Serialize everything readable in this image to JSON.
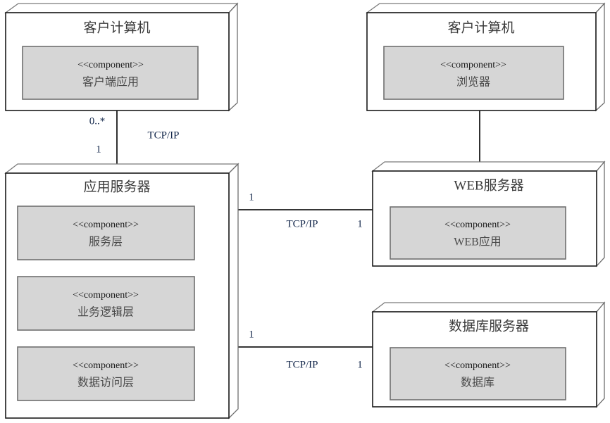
{
  "diagram": {
    "type": "uml-deployment-diagram",
    "colors": {
      "node_fill": "#ffffff",
      "node_stroke": "#1a1a1a",
      "component_fill": "#d6d6d6",
      "component_stroke": "#707070",
      "title_text": "#3a3a3a",
      "label_text": "#12264a",
      "background": "#ffffff"
    },
    "nodes": [
      {
        "id": "client-computer-app",
        "title": "客户计算机",
        "components": [
          {
            "stereotype": "<<component>>",
            "name": "客户端应用"
          }
        ]
      },
      {
        "id": "client-computer-browser",
        "title": "客户计算机",
        "components": [
          {
            "stereotype": "<<component>>",
            "name": "浏览器"
          }
        ]
      },
      {
        "id": "application-server",
        "title": "应用服务器",
        "components": [
          {
            "stereotype": "<<component>>",
            "name": "服务层"
          },
          {
            "stereotype": "<<component>>",
            "name": "业务逻辑层"
          },
          {
            "stereotype": "<<component>>",
            "name": "数据访问层"
          }
        ]
      },
      {
        "id": "web-server",
        "title": "WEB服务器",
        "components": [
          {
            "stereotype": "<<component>>",
            "name": "WEB应用"
          }
        ]
      },
      {
        "id": "database-server",
        "title": "数据库服务器",
        "components": [
          {
            "stereotype": "<<component>>",
            "name": "数据库"
          }
        ]
      }
    ],
    "connections": [
      {
        "id": "client-app-to-appserver",
        "from": "client-computer-app",
        "to": "application-server",
        "protocol": "TCP/IP",
        "source_multiplicity": "0..*",
        "target_multiplicity": "1"
      },
      {
        "id": "browser-to-webserver",
        "from": "client-computer-browser",
        "to": "web-server",
        "protocol": "",
        "source_multiplicity": "",
        "target_multiplicity": ""
      },
      {
        "id": "appserver-to-webserver",
        "from": "application-server",
        "to": "web-server",
        "protocol": "TCP/IP",
        "source_multiplicity": "1",
        "target_multiplicity": "1"
      },
      {
        "id": "appserver-to-dbserver",
        "from": "application-server",
        "to": "database-server",
        "protocol": "TCP/IP",
        "source_multiplicity": "1",
        "target_multiplicity": "1"
      }
    ]
  }
}
